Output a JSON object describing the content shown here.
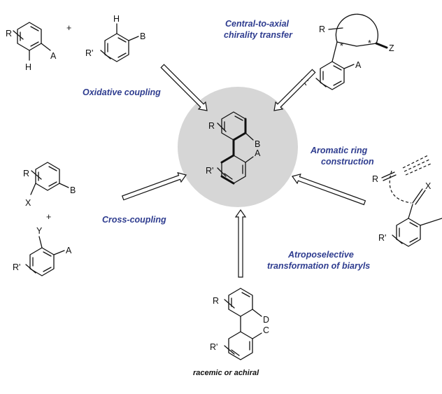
{
  "labels": {
    "oxidative": "Oxidative coupling",
    "central_line1": "Central-to-axial",
    "central_line2": "chirality transfer",
    "aromatic_line1": "Aromatic ring",
    "aromatic_line2": "construction",
    "cross": "Cross-coupling",
    "atropo_line1": "Atroposelective",
    "atropo_line2": "transformation of biaryls",
    "caption": "racemic or achiral"
  },
  "atoms": {
    "R": "R",
    "R_prime": "R'",
    "A": "A",
    "B": "B",
    "C": "C",
    "D": "D",
    "H": "H",
    "X": "X",
    "Y": "Y",
    "Z": "Z",
    "plus": "+",
    "star": "*"
  },
  "colors": {
    "label": "#2e3c8f",
    "center_circle": "#d6d6d6",
    "ink": "#111111"
  }
}
